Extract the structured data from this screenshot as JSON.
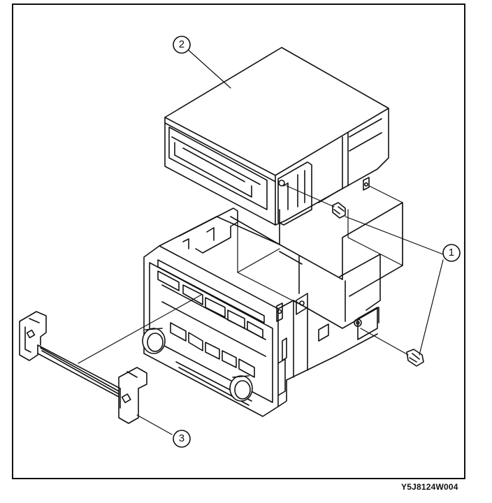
{
  "figure": {
    "reference_code": "Y5J8124W004",
    "colors": {
      "line": "#111111",
      "background": "#ffffff"
    }
  },
  "callouts": [
    {
      "id": "1",
      "label": "1"
    },
    {
      "id": "2",
      "label": "2"
    },
    {
      "id": "3",
      "label": "3"
    }
  ]
}
